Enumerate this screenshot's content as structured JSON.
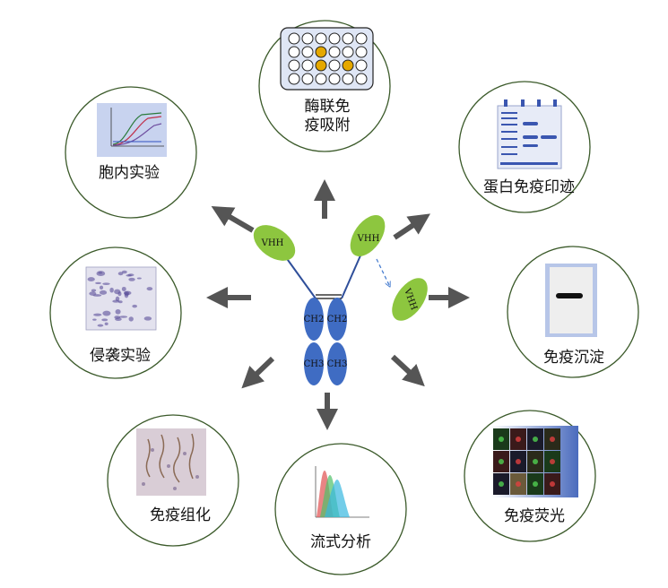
{
  "colors": {
    "circle_stroke": "#3b5a2a",
    "arrow": "#555555",
    "heavy_chain": "#3f6cc3",
    "vhh": "#8dc63f",
    "elisa_positive": "#e5a800",
    "blot_band": "#3a56b0"
  },
  "center": {
    "vhh_left_label": "VHH",
    "vhh_right_label": "VHH",
    "vhh_free_label": "VHH",
    "ch2_left": "CH2",
    "ch2_right": "CH2",
    "ch3_left": "CH3",
    "ch3_right": "CH3"
  },
  "nodes": {
    "elisa": {
      "label_line1": "酶联免",
      "label_line2": "疫吸附",
      "icon": "elisa-plate-icon"
    },
    "western_blot": {
      "label": "蛋白免疫印迹",
      "icon": "western-blot-icon"
    },
    "ip": {
      "label": "免疫沉淀",
      "icon": "ip-band-icon"
    },
    "if": {
      "label": "免疫荧光",
      "icon": "fluorescence-grid-icon"
    },
    "flow": {
      "label": "流式分析",
      "icon": "flow-histogram-icon"
    },
    "ihc": {
      "label": "免疫组化",
      "icon": "ihc-tissue-icon"
    },
    "invasion": {
      "label": "侵袭实验",
      "icon": "invasion-cells-icon"
    },
    "in_vivo": {
      "label": "胞内实验",
      "icon": "curve-chart-icon"
    }
  }
}
